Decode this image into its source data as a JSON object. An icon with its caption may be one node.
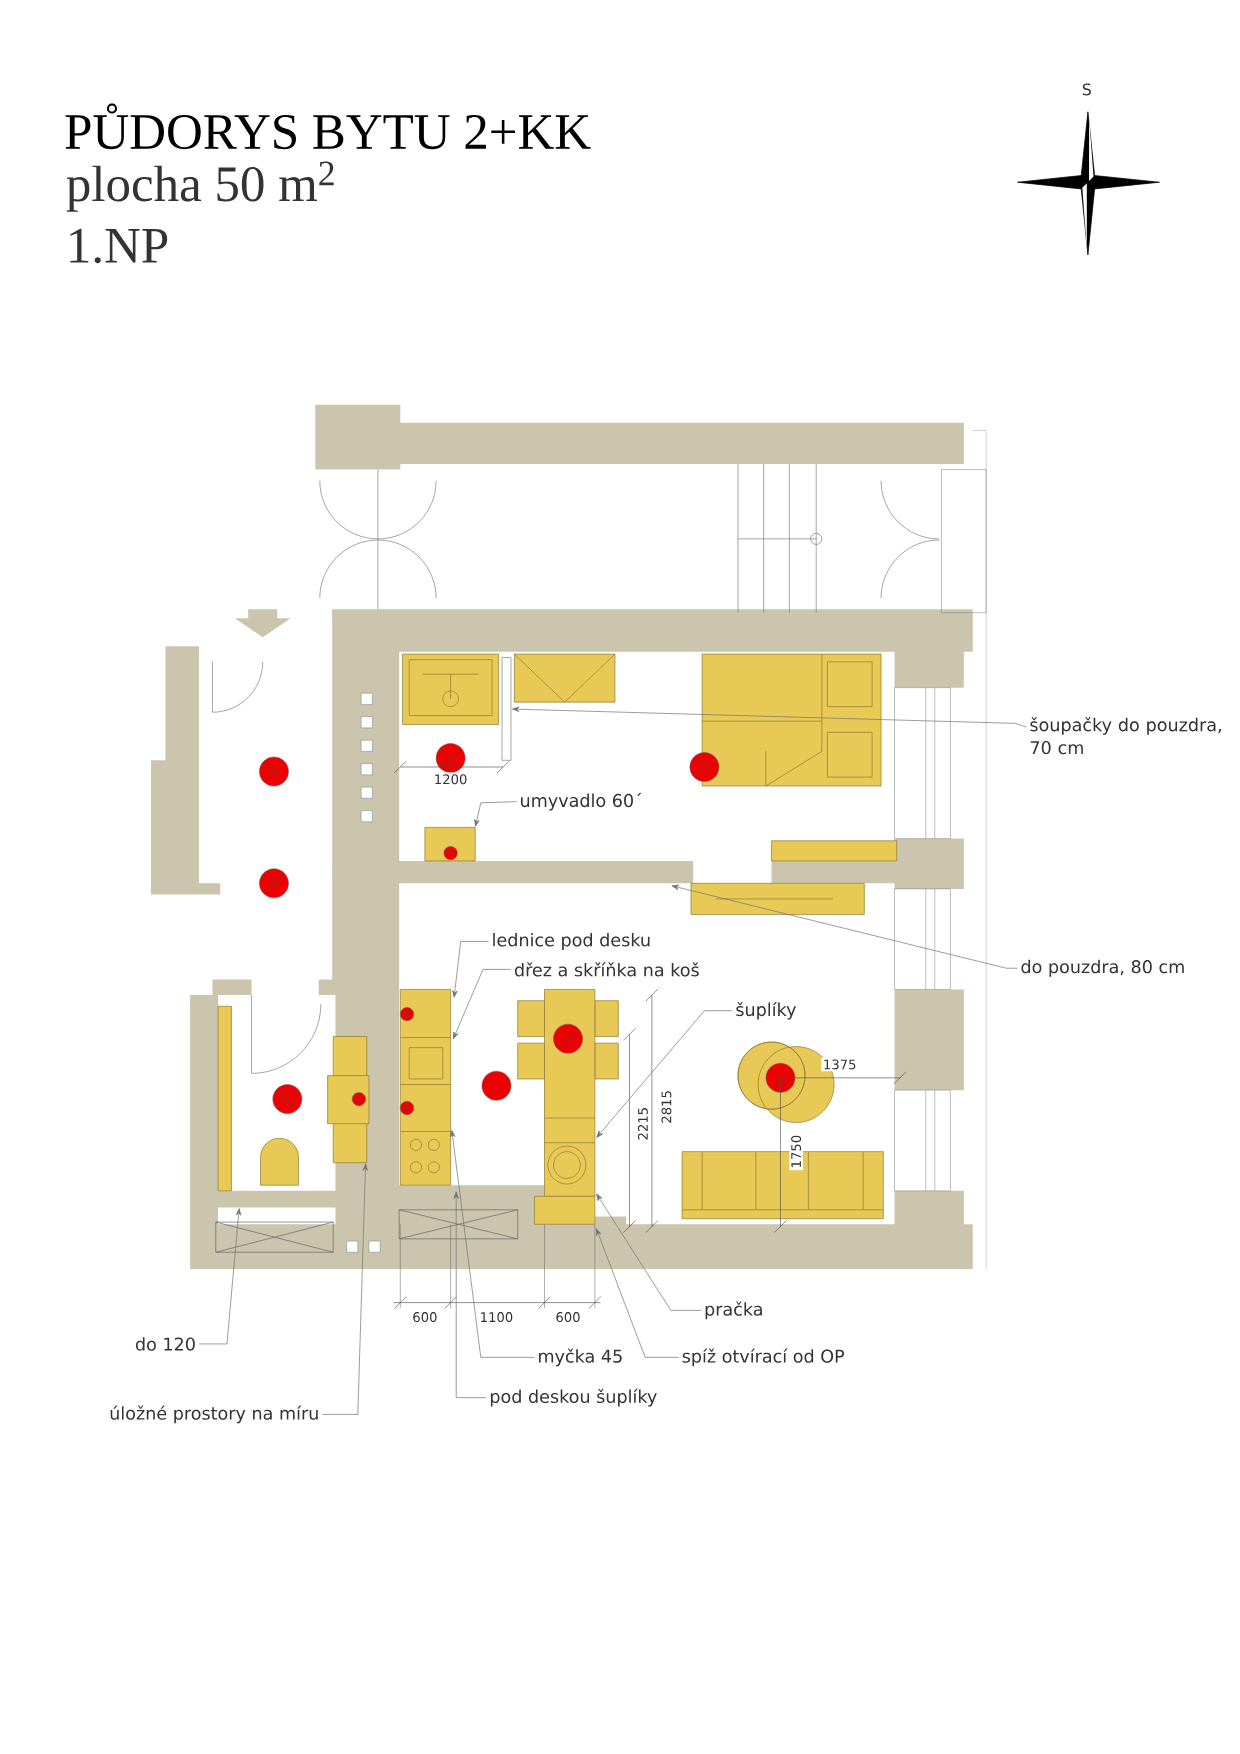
{
  "diagram": {
    "title": "PŮDORYS BYTU 2+KK",
    "nodes": [
      {
        "text": [
          "šoupačky do pouzdra, 70 cm"
        ]
      },
      {
        "text": [
          "umyvadlo 60´"
        ]
      },
      {
        "text": [
          "do pouzdra, 80 cm"
        ]
      },
      {
        "text": [
          "lednice pod desku"
        ]
      },
      {
        "text": [
          "dřez a skříňka na koš"
        ]
      },
      {
        "text": [
          "šuplíky"
        ]
      },
      {
        "text": [
          "pračka"
        ]
      },
      {
        "text": [
          "do 120"
        ]
      },
      {
        "text": [
          "myčka 45"
        ]
      },
      {
        "text": [
          "spíž otvírací od OP"
        ]
      },
      {
        "text": [
          "pod deskou šuplíky"
        ]
      },
      {
        "text": [
          "úložné prostory na míru"
        ]
      },
      {
        "text": [],
        "shape": "box"
      }
    ],
    "edges": [
      {
        "from": 0,
        "to": 12,
        "arrow": "to"
      },
      {
        "from": 1,
        "to": null,
        "arrow": "to"
      },
      {
        "from": 2,
        "to": null,
        "arrow": "to"
      },
      {
        "from": 3,
        "to": null,
        "arrow": "to"
      },
      {
        "from": 4,
        "to": null,
        "arrow": "to"
      },
      {
        "from": 5,
        "to": null,
        "arrow": "to"
      },
      {
        "from": 6,
        "to": null,
        "arrow": "to"
      },
      {
        "from": 7,
        "to": null,
        "arrow": "to"
      },
      {
        "from": 8,
        "to": null,
        "arrow": "to"
      },
      {
        "from": 9,
        "to": null,
        "arrow": "to"
      },
      {
        "from": 10,
        "to": null,
        "arrow": "to"
      },
      {
        "from": 11,
        "to": null,
        "arrow": "to"
      }
    ],
    "labels": [
      "plocha 50 m$^{2}$",
      "1.NP",
      "S",
      "1200",
      "1375",
      "2815",
      "2215",
      "1750",
      "600",
      "1100",
      "600"
    ]
  }
}
